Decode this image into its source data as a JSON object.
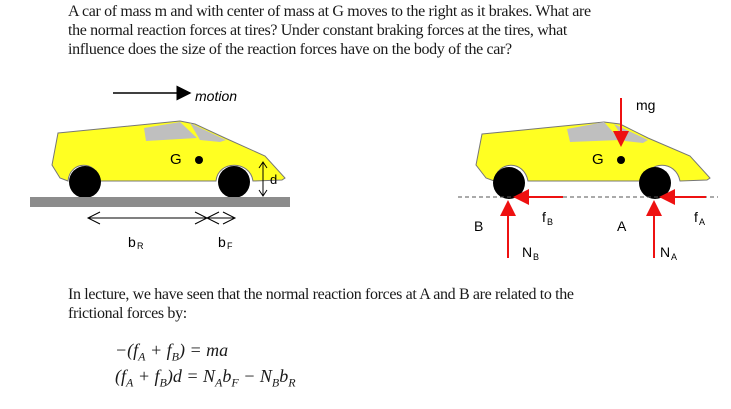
{
  "question": {
    "line1": "A car of mass m and with center of mass at G moves to the right as it brakes. What are",
    "line2": "the normal reaction forces at tires? Under constant braking forces at the tires, what",
    "line3": "influence does the size of the reaction forces have on the body of the car?"
  },
  "figure_left": {
    "motion_label": "motion",
    "center_label": "G",
    "height_label": "d",
    "rear_distance_label": "b",
    "rear_distance_sub": "R",
    "front_distance_label": "b",
    "front_distance_sub": "F"
  },
  "figure_right": {
    "weight_label": "mg",
    "center_label": "G",
    "point_b": "B",
    "point_a": "A",
    "friction_b": "f",
    "friction_b_sub": "B",
    "friction_a": "f",
    "friction_a_sub": "A",
    "normal_b": "N",
    "normal_b_sub": "B",
    "normal_a": "N",
    "normal_a_sub": "A"
  },
  "explanation": {
    "line1": "In lecture, we have seen that the normal reaction forces at A and B are related to the",
    "line2": "frictional forces by:"
  },
  "equations": {
    "eq1": "−(f_A + f_B) = ma",
    "eq2": "(f_A + f_B)d = N_A b_F − N_B b_R"
  },
  "colors": {
    "car_body": "#ffff22",
    "window": "#bfbfbf",
    "force_arrow": "#ee1111",
    "ground": "#8c8c8c"
  }
}
